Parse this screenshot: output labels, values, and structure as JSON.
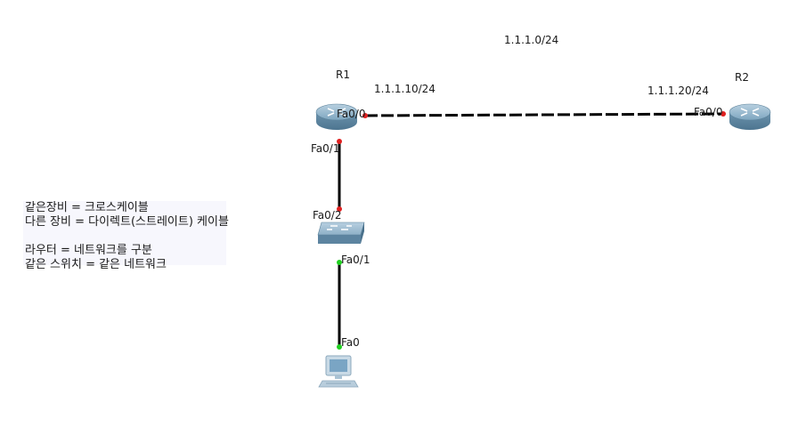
{
  "network": {
    "subnet_label": "1.1.1.0/24",
    "r1": {
      "name": "R1",
      "ip": "1.1.1.10/24",
      "fa00": "Fa0/0",
      "fa01": "Fa0/1"
    },
    "r2": {
      "name": "R2",
      "ip": "1.1.1.20/24",
      "fa00": "Fa0/0"
    },
    "switch": {
      "fa02": "Fa0/2",
      "fa01": "Fa0/1"
    },
    "pc": {
      "fa0": "Fa0"
    }
  },
  "note": {
    "line1": "같은장비 = 크로스케이블",
    "line2": "다른 장비 = 다이렉트(스트레이트) 케이블",
    "line3": "",
    "line4": "라우터 = 네트워크를 구분",
    "line5": "같은 스위치 = 같은 네트워크"
  },
  "colors": {
    "link_down": "#e02020",
    "link_up": "#20d020",
    "cable": "#000000",
    "device_blue": "#6f98b4"
  },
  "icons": {
    "router": "router-icon",
    "switch": "switch-icon",
    "pc": "pc-icon"
  }
}
